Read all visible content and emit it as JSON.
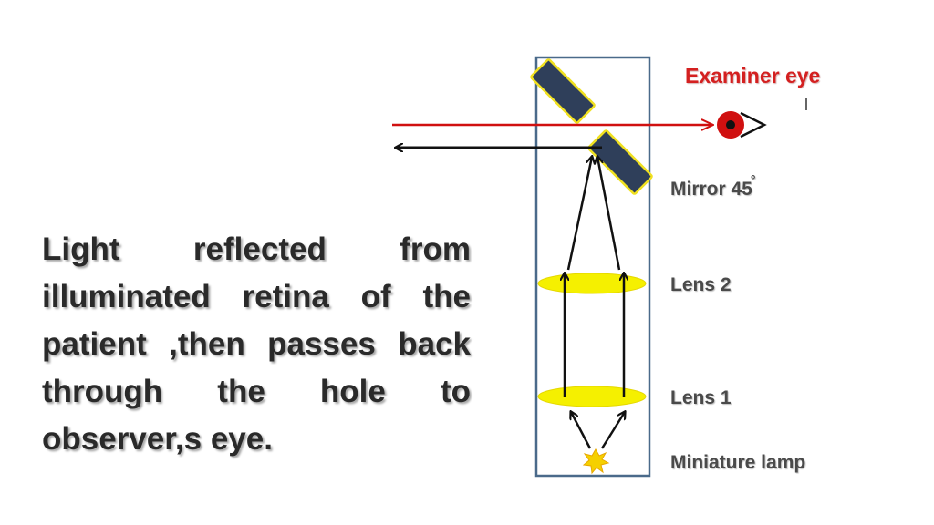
{
  "body_text": {
    "lines": [
      "Light reflected from",
      "illuminated retina of the",
      "patient ,then passes back",
      "through the hole to",
      "observer,s eye."
    ]
  },
  "diagram": {
    "labels": {
      "examiner_eye": "Examiner eye",
      "mirror": "Mirror 45",
      "mirror_degree": "°",
      "lens2": "Lens 2",
      "lens1": "Lens 1",
      "lamp": "Miniature lamp"
    },
    "colors": {
      "box_border": "#4a6a8a",
      "mirror_fill": "#2f3f5a",
      "mirror_border": "#f0e020",
      "lens_fill": "#f5f000",
      "incident_ray": "#d01010",
      "return_ray": "#111111",
      "eye_iris": "#d01010",
      "lamp": "#f5d000"
    }
  }
}
